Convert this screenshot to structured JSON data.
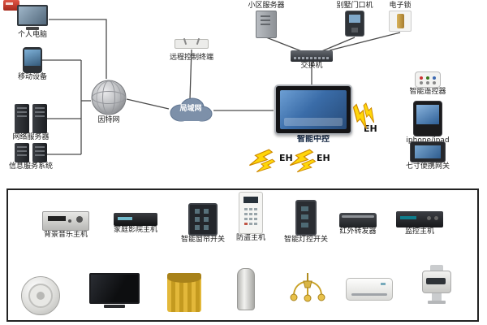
{
  "diagram": {
    "nodes": {
      "pc": {
        "label": "个人电脑"
      },
      "mobile": {
        "label": "移动设备"
      },
      "net_server": {
        "label": "网络服务器"
      },
      "info_system": {
        "label": "信息服务系统"
      },
      "internet": {
        "label": "因特网"
      },
      "lan": {
        "label": "局域网"
      },
      "remote_terminal": {
        "label": "远程控制终端"
      },
      "community_server": {
        "label": "小区服务器"
      },
      "door_station": {
        "label": "别墅门口机"
      },
      "elock": {
        "label": "电子锁"
      },
      "switch": {
        "label": "交换机"
      },
      "central_control": {
        "label": "智能中控"
      },
      "smart_remote": {
        "label": "智能遥控器"
      },
      "iphone_ipad": {
        "label": "iphone/ipad"
      },
      "portable_gateway": {
        "label": "七寸便携网关"
      },
      "music_host": {
        "label": "背景音乐主机"
      },
      "theater_host": {
        "label": "家庭影院主机"
      },
      "curtain_switch": {
        "label": "智能窗帘开关"
      },
      "alarm_host": {
        "label": "防盗主机"
      },
      "light_switch": {
        "label": "智能灯控开关"
      },
      "ir_repeater": {
        "label": "红外转发器"
      },
      "monitor_host": {
        "label": "监控主机"
      }
    },
    "eh_labels": {
      "a": "EH",
      "b": "EH",
      "c": "EH"
    },
    "colors": {
      "lightning": "#ffd60a",
      "lightning_outline": "#cf8a00",
      "cloud": "#7d90a9",
      "line": "#4a4a4a"
    }
  }
}
